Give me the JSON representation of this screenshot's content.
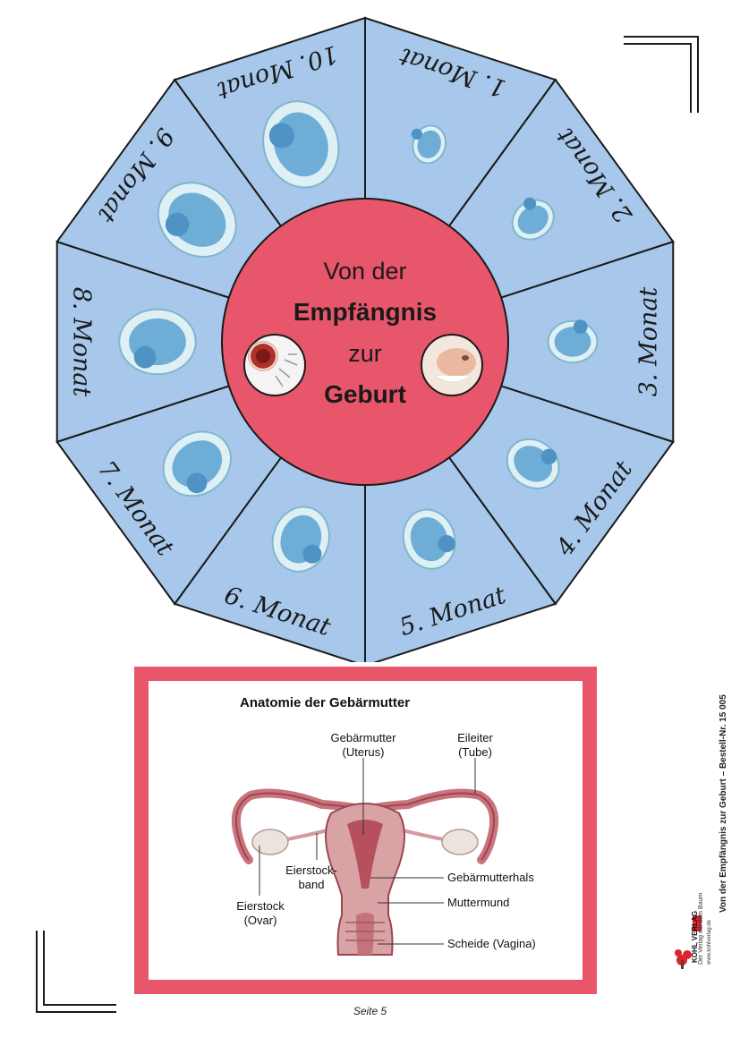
{
  "wheel": {
    "center": {
      "line1": "Von der",
      "line2": "Empfängnis",
      "line3": "zur",
      "line4": "Geburt"
    },
    "months": [
      "1. Monat",
      "2. Monat",
      "3. Monat",
      "4. Monat",
      "5. Monat",
      "6. Monat",
      "7. Monat",
      "8. Monat",
      "9. Monat",
      "10. Monat"
    ],
    "colors": {
      "segment": "#a7c8ea",
      "center": "#e8566b",
      "outline": "#1a1a1a"
    }
  },
  "anatomy": {
    "title": "Anatomie der Gebärmutter",
    "labels": {
      "uterus": [
        "Gebärmutter",
        "(Uterus)"
      ],
      "tube": [
        "Eileiter",
        "(Tube)"
      ],
      "ligament": [
        "Eierstock-",
        "band"
      ],
      "ovary": [
        "Eierstock",
        "(Ovar)"
      ],
      "cervix": "Gebärmutterhals",
      "os": "Muttermund",
      "vagina": "Scheide (Vagina)"
    }
  },
  "footer": {
    "page": "Seite 5",
    "side": "Von der Empfängnis zur Geburt – Bestell-Nr. 15 005",
    "publisher": "KOHL VERLAG",
    "slogan": "Der Verlag mit dem Baum",
    "url": "www.kohlverlag.de"
  }
}
